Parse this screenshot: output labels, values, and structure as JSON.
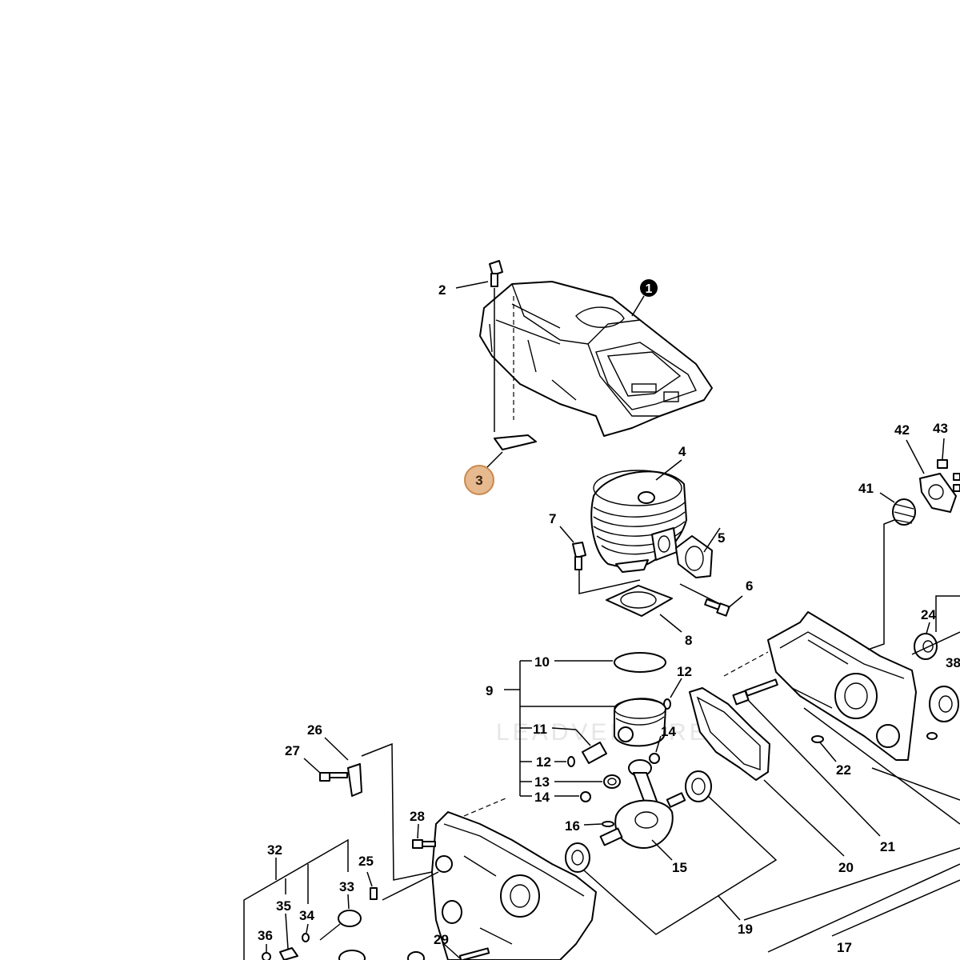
{
  "badge": "1",
  "highlight": "3",
  "watermark": "LEADVENTURE",
  "labels": {
    "p2": "2",
    "p4": "4",
    "p5": "5",
    "p6": "6",
    "p7": "7",
    "p8": "8",
    "p9": "9",
    "p10": "10",
    "p11": "11",
    "p12a": "12",
    "p12b": "12",
    "p13": "13",
    "p14a": "14",
    "p14b": "14",
    "p15": "15",
    "p16": "16",
    "p17": "17",
    "p19": "19",
    "p20": "20",
    "p21": "21",
    "p22": "22",
    "p24": "24",
    "p25": "25",
    "p26": "26",
    "p27": "27",
    "p28": "28",
    "p29": "29",
    "p32": "32",
    "p33": "33",
    "p34": "34",
    "p35": "35",
    "p36": "36",
    "p38": "38",
    "p41": "41",
    "p42": "42",
    "p43": "43"
  }
}
